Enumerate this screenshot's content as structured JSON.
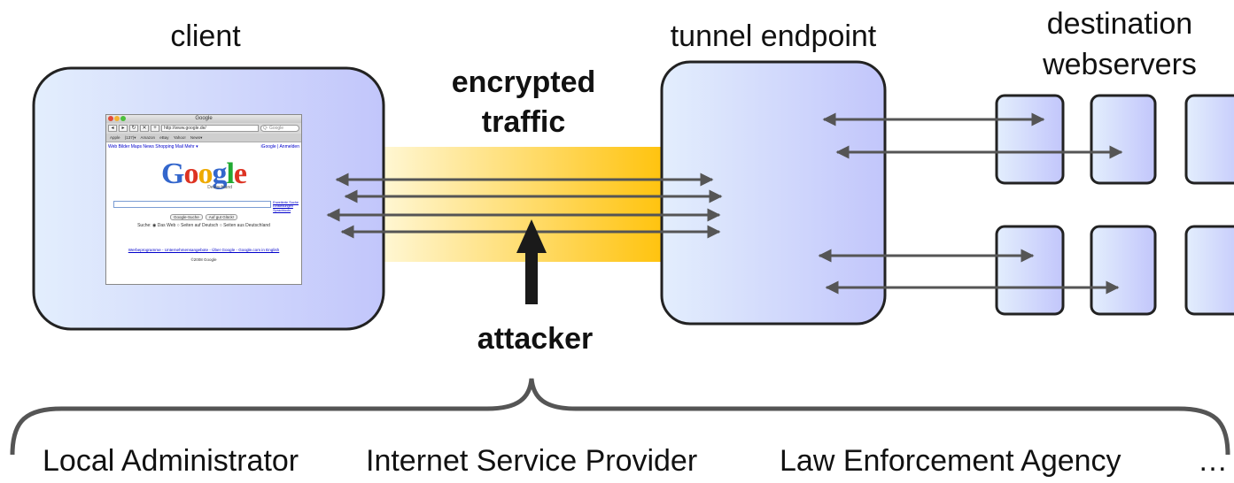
{
  "labels": {
    "client": "client",
    "tunnel_endpoint": "tunnel endpoint",
    "destination_line1": "destination",
    "destination_line2": "webservers",
    "encrypted_line1": "encrypted",
    "encrypted_line2": "traffic",
    "attacker": "attacker"
  },
  "attackers": [
    "Local Administrator",
    "Internet Service Provider",
    "Law Enforcement Agency",
    "…"
  ],
  "browser": {
    "title": "Google",
    "url": "http://www.google.de/",
    "search_placeholder": "Q- Google",
    "bookmarks": "Apple (137)▾ Amazon eBay Yahoo! News▾",
    "nav_links": "Web Bilder Maps News Shopping Mail Mehr ▾",
    "nav_right": "iGoogle | Anmelden",
    "logo_letters": [
      {
        "char": "G",
        "color": "#3366cc"
      },
      {
        "char": "o",
        "color": "#dd3322"
      },
      {
        "char": "o",
        "color": "#eeaa00"
      },
      {
        "char": "g",
        "color": "#3366cc"
      },
      {
        "char": "l",
        "color": "#22aa33"
      },
      {
        "char": "e",
        "color": "#dd3322"
      }
    ],
    "logo_sub": "Deutschland",
    "side_links": [
      "Erweiterte Suche",
      "Einstellungen",
      "Sprachtools"
    ],
    "button1": "Google-Suche",
    "button2": "Auf gut Glück!",
    "radio_text": "Suche: ◉ Das Web ○ Seiten auf Deutsch ○ Seiten aus Deutschland",
    "footer": "Werbeprogramme - Unternehmensangebote - Über Google - Google.com in English",
    "copyright": "©2008 Google"
  },
  "colors": {
    "box_fill_light": "#e0ecfd",
    "box_fill_dark": "#c3c8fb",
    "tunnel_light": "#fff6d0",
    "tunnel_dark": "#ffc107",
    "arrow": "#555555"
  }
}
